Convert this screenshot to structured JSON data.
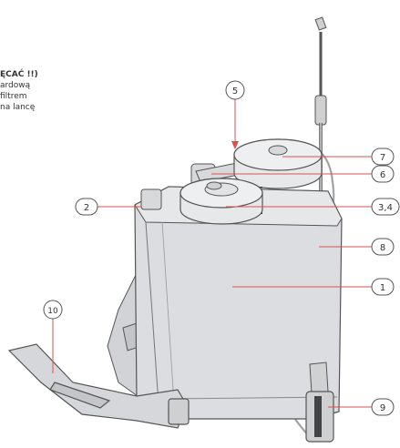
{
  "note": {
    "heading": "ĘCAĆ !!)",
    "lines": [
      "ardową",
      "filtrem",
      "na lancę"
    ]
  },
  "callouts": [
    {
      "id": "5",
      "label": "5"
    },
    {
      "id": "7",
      "label": "7"
    },
    {
      "id": "6",
      "label": "6"
    },
    {
      "id": "2",
      "label": "2"
    },
    {
      "id": "34",
      "label": "3,4"
    },
    {
      "id": "8",
      "label": "8"
    },
    {
      "id": "1",
      "label": "1"
    },
    {
      "id": "10",
      "label": "10"
    },
    {
      "id": "9",
      "label": "9"
    }
  ],
  "colors": {
    "leader": "#d9534f",
    "outline": "#555555",
    "tank": "#dcdde0",
    "cap": "#e7e8ea"
  }
}
